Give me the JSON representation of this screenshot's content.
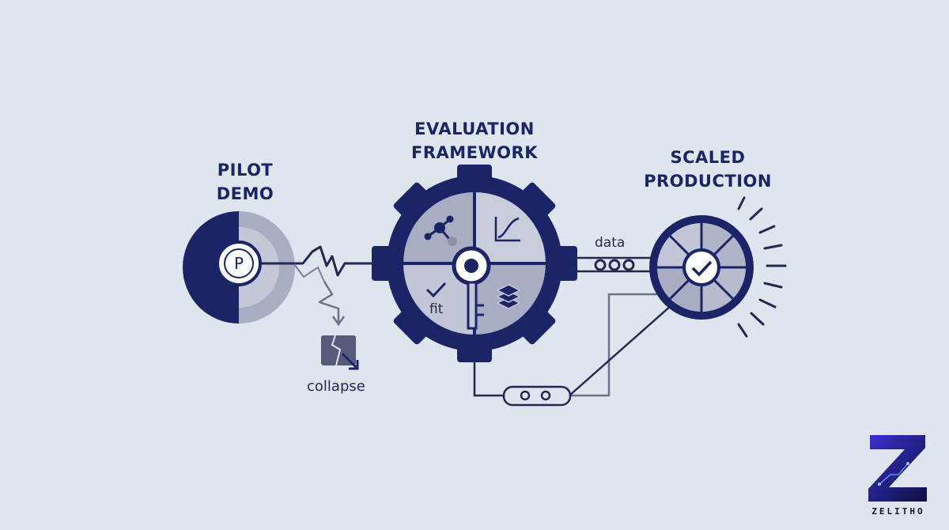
{
  "stages": {
    "pilot": {
      "title": "PILOT\nDEMO",
      "badge_letter": "P"
    },
    "evaluation": {
      "title": "EVALUATION\nFRAMEWORK",
      "fit_label": "fit"
    },
    "scaled": {
      "title": "SCALED\nPRODUCTION"
    }
  },
  "connectors": {
    "collapse_label": "collapse",
    "data_label": "data"
  },
  "logo": {
    "text": "ZELITHO"
  },
  "colors": {
    "navy": "#1b2466",
    "dark_navy": "#141d52",
    "gray_fill": "#a9adc3",
    "light_fill": "#cfd3df",
    "background": "#dfe5ec",
    "logo_accent": "#3b2fcf"
  }
}
